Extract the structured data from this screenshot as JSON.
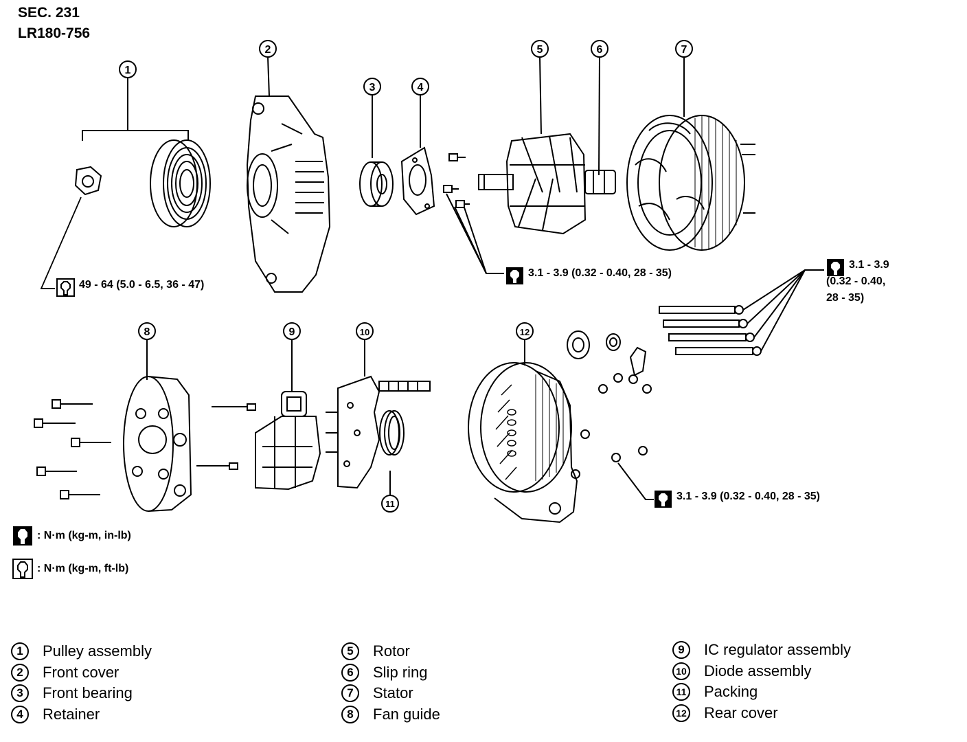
{
  "header": {
    "section": "SEC. 231",
    "code": "LR180-756"
  },
  "callouts": [
    "1",
    "2",
    "3",
    "4",
    "5",
    "6",
    "7",
    "8",
    "9",
    "10",
    "11",
    "12"
  ],
  "torque_specs": {
    "nut": "49 - 64 (5.0 - 6.5, 36 - 47)",
    "retainer_screws": "3.1 - 3.9 (0.32 - 0.40, 28 - 35)",
    "through_bolts_line1": "3.1 - 3.9",
    "through_bolts_line2": "(0.32 - 0.40,",
    "through_bolts_line3": "28 - 35)",
    "rear_nuts": "3.1 - 3.9 (0.32 - 0.40, 28 - 35)"
  },
  "legend": {
    "inlb_unit": ": N·m (kg-m, in-lb)",
    "ftlb_unit": ": N·m (kg-m, ft-lb)"
  },
  "parts": [
    {
      "num": "1",
      "name": "Pulley assembly"
    },
    {
      "num": "2",
      "name": "Front cover"
    },
    {
      "num": "3",
      "name": "Front bearing"
    },
    {
      "num": "4",
      "name": "Retainer"
    },
    {
      "num": "5",
      "name": "Rotor"
    },
    {
      "num": "6",
      "name": "Slip ring"
    },
    {
      "num": "7",
      "name": "Stator"
    },
    {
      "num": "8",
      "name": "Fan guide"
    },
    {
      "num": "9",
      "name": "IC regulator assembly"
    },
    {
      "num": "10",
      "name": "Diode assembly"
    },
    {
      "num": "11",
      "name": "Packing"
    },
    {
      "num": "12",
      "name": "Rear cover"
    }
  ]
}
